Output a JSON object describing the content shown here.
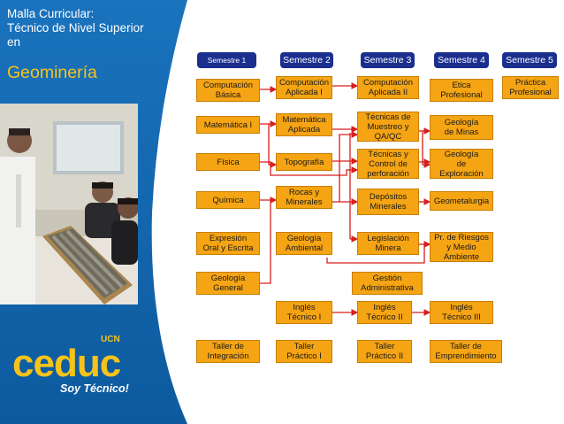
{
  "header": {
    "title_lines": [
      "Malla Curricular:",
      "Técnico de Nivel Superior",
      "en"
    ],
    "program": "Geominería"
  },
  "brand": {
    "logo_text": "ceduc",
    "logo_superscript": "UCN",
    "slogan": "Soy Técnico!"
  },
  "colors": {
    "panel_blue": "#1567b1",
    "panel_dark": "#0c4f91",
    "accent_yellow": "#f7c31a",
    "semester_navy": "#1a2f8e",
    "course_orange": "#f5a413",
    "arrow_red": "#d81e1e"
  },
  "semesters": [
    "Semestre 1",
    "Semestre 2",
    "Semestre 3",
    "Semestre 4",
    "Semestre 5"
  ],
  "courses": {
    "s1_computacion": [
      "Computación",
      "Básica"
    ],
    "s1_matematica": [
      "Matemática I"
    ],
    "s1_fisica": [
      "Física"
    ],
    "s1_quimica": [
      "Química"
    ],
    "s1_expresion": [
      "Expresión",
      "Oral y Escrita"
    ],
    "s1_geologia": [
      "Geología",
      "General"
    ],
    "s1_taller": [
      "Taller de",
      "Integración"
    ],
    "s2_computacion": [
      "Computación",
      "Aplicada I"
    ],
    "s2_matematica": [
      "Matemática",
      "Aplicada"
    ],
    "s2_topografia": [
      "Topografía"
    ],
    "s2_rocas": [
      "Rocas y",
      "Minerales"
    ],
    "s2_geologia_amb": [
      "Geología",
      "Ambiental"
    ],
    "s2_ingles": [
      "Inglés",
      "Técnico I"
    ],
    "s2_taller": [
      "Taller",
      "Práctico I"
    ],
    "s3_computacion": [
      "Computación",
      "Aplicada II"
    ],
    "s3_tecnicas_muestreo": [
      "Técnicas de",
      "Muestreo y",
      "QA/QC"
    ],
    "s3_tecnicas_control": [
      "Técnicas y",
      "Control de",
      "perforación"
    ],
    "s3_depositos": [
      "Depósitos",
      "Minerales"
    ],
    "s3_legislacion": [
      "Legislación",
      "Minera"
    ],
    "s3_gestion": [
      "Gestión",
      "Administrativa"
    ],
    "s3_ingles": [
      "Inglés",
      "Técnico II"
    ],
    "s3_taller": [
      "Taller",
      "Práctico II"
    ],
    "s4_etica": [
      "Etica",
      "Profesional"
    ],
    "s4_geologia_minas": [
      "Geología",
      "de Minas"
    ],
    "s4_geologia_exploracion": [
      "Geología",
      "de",
      "Exploración"
    ],
    "s4_geometalurgia": [
      "Geometalurgia"
    ],
    "s4_riesgos": [
      "Pr. de Riesgos",
      "y Medio",
      "Ambiente"
    ],
    "s4_ingles": [
      "Inglés",
      "Técnico III"
    ],
    "s4_taller": [
      "Taller de",
      "Emprendimiento"
    ],
    "s5_practica": [
      "Práctica",
      "Profesional"
    ]
  }
}
